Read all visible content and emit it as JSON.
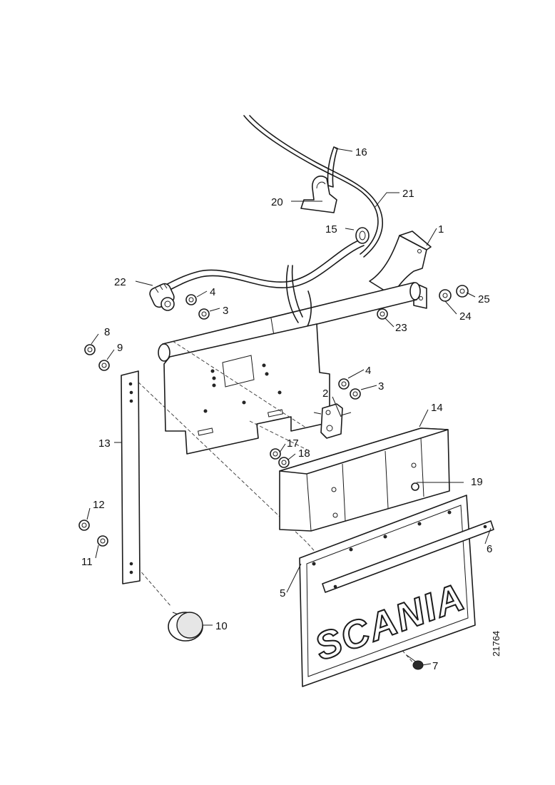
{
  "figure": {
    "brand_text": "SCANIA",
    "drawing_ref": "21764"
  },
  "callouts": [
    "1",
    "2",
    "3",
    "4",
    "5",
    "6",
    "7",
    "8",
    "9",
    "10",
    "11",
    "12",
    "13",
    "14",
    "15",
    "16",
    "17",
    "18",
    "19",
    "20",
    "21",
    "22",
    "23",
    "24",
    "25",
    "3",
    "4"
  ]
}
